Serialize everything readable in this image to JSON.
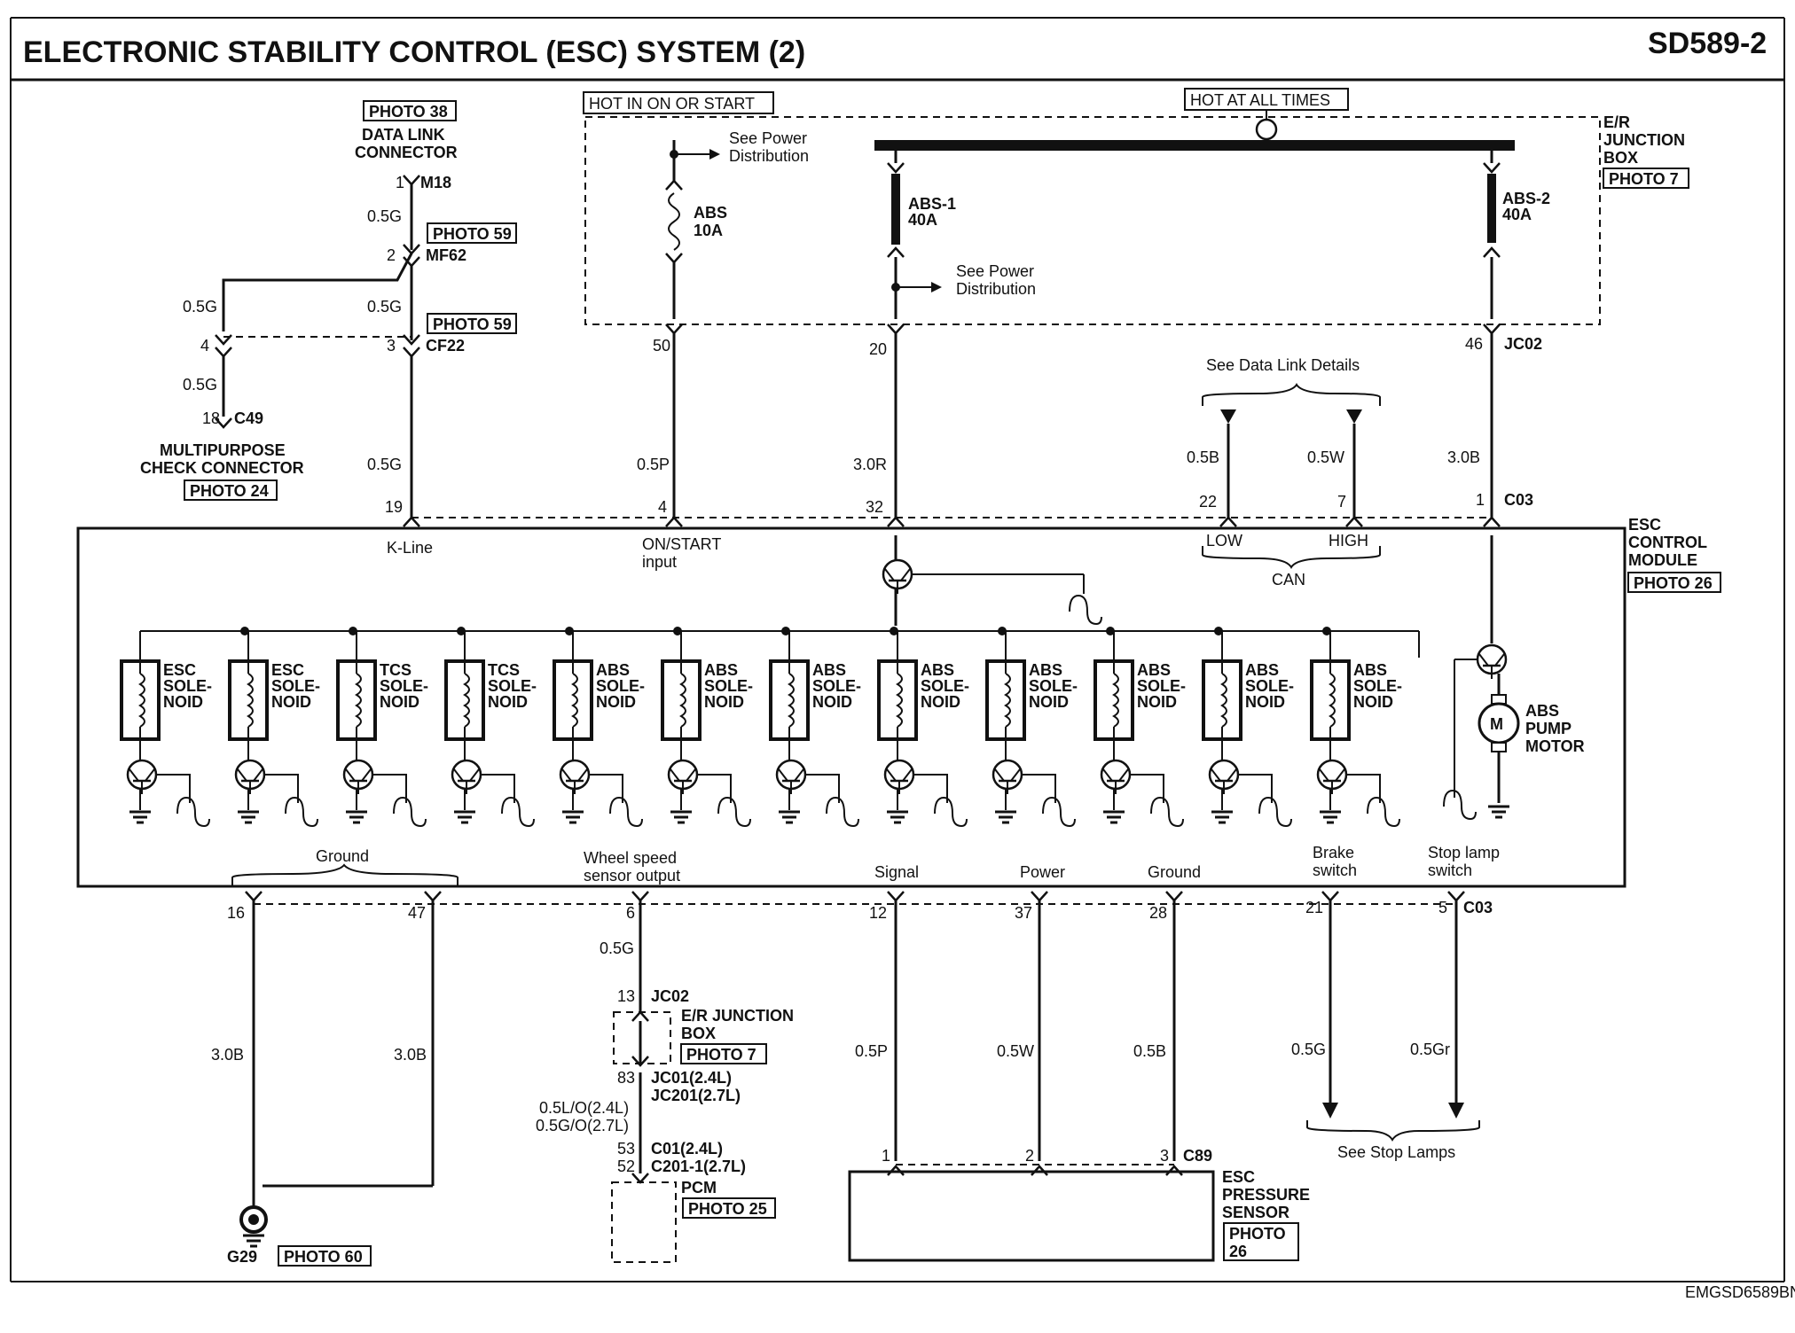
{
  "header": {
    "title": "ELECTRONIC STABILITY CONTROL (ESC) SYSTEM (2)",
    "code": "SD589-2"
  },
  "footer_code": "EMGSD6589BN",
  "power": {
    "hot_in_on_start": "HOT IN ON OR START",
    "hot_at_all_times": "HOT AT ALL TIMES",
    "see_power_1": "See Power",
    "see_power_1b": "Distribution",
    "see_power_2": "See Power",
    "see_power_2b": "Distribution",
    "er_box": [
      "E/R",
      "JUNCTION",
      "BOX"
    ],
    "er_box_photo": "PHOTO 7",
    "fuse_abs10": [
      "ABS",
      "10A"
    ],
    "fuse_abs1": [
      "ABS-1",
      "40A"
    ],
    "fuse_abs2": [
      "ABS-2",
      "40A"
    ]
  },
  "dlc": {
    "photo": "PHOTO 38",
    "name": [
      "DATA LINK",
      "CONNECTOR"
    ],
    "pin1": "1",
    "m18": "M18",
    "wire1": "0.5G",
    "photo59a": "PHOTO 59",
    "pin2": "2",
    "mf62": "MF62",
    "wire2": "0.5G",
    "photo59b": "PHOTO 59",
    "pin3": "3",
    "cf22": "CF22",
    "wire3": "0.5G",
    "pin19": "19"
  },
  "mcc": {
    "wire_a": "0.5G",
    "pin4": "4",
    "wire_b": "0.5G",
    "pin18": "18",
    "c49": "C49",
    "name": [
      "MULTIPURPOSE",
      "CHECK CONNECTOR"
    ],
    "photo": "PHOTO 24"
  },
  "top_pins": {
    "p50": "50",
    "w50": "0.5P",
    "p4": "4",
    "p20": "20",
    "w20": "3.0R",
    "p32": "32",
    "p46": "46",
    "jc02": "JC02",
    "w46": "3.0B",
    "p1": "1",
    "c03": "C03",
    "see_data_link": "See Data Link Details",
    "w22": "0.5B",
    "p22": "22",
    "w7": "0.5W",
    "p7": "7"
  },
  "module": {
    "name": [
      "ESC",
      "CONTROL",
      "MODULE"
    ],
    "photo": "PHOTO 26",
    "kline": "K-Line",
    "on_start": [
      "ON/START",
      "input"
    ],
    "low": "LOW",
    "high": "HIGH",
    "can": "CAN",
    "solenoids": [
      [
        "ESC",
        "SOLE-",
        "NOID"
      ],
      [
        "ESC",
        "SOLE-",
        "NOID"
      ],
      [
        "TCS",
        "SOLE-",
        "NOID"
      ],
      [
        "TCS",
        "SOLE-",
        "NOID"
      ],
      [
        "ABS",
        "SOLE-",
        "NOID"
      ],
      [
        "ABS",
        "SOLE-",
        "NOID"
      ],
      [
        "ABS",
        "SOLE-",
        "NOID"
      ],
      [
        "ABS",
        "SOLE-",
        "NOID"
      ],
      [
        "ABS",
        "SOLE-",
        "NOID"
      ],
      [
        "ABS",
        "SOLE-",
        "NOID"
      ],
      [
        "ABS",
        "SOLE-",
        "NOID"
      ],
      [
        "ABS",
        "SOLE-",
        "NOID"
      ]
    ],
    "motor": "M",
    "pump": [
      "ABS",
      "PUMP",
      "MOTOR"
    ],
    "ground": "Ground",
    "wheel_speed": [
      "Wheel speed",
      "sensor output"
    ],
    "signal": "Signal",
    "power": "Power",
    "ground2": "Ground",
    "brake": [
      "Brake",
      "switch"
    ],
    "stop": [
      "Stop lamp",
      "switch"
    ]
  },
  "bottom": {
    "p16": "16",
    "p47": "47",
    "w16": "3.0B",
    "w47": "3.0B",
    "g29": "G29",
    "g29_photo": "PHOTO 60",
    "p6": "6",
    "w6": "0.5G",
    "p13": "13",
    "jc02": "JC02",
    "er_box": [
      "E/R JUNCTION",
      "BOX"
    ],
    "er_photo": "PHOTO 7",
    "p83": "83",
    "jc01": "JC01(2.4L)",
    "jc201": "JC201(2.7L)",
    "w83a": "0.5L/O(2.4L)",
    "w83b": "0.5G/O(2.7L)",
    "p53": "53",
    "c01": "C01(2.4L)",
    "p52": "52",
    "c201": "C201-1(2.7L)",
    "pcm": "PCM",
    "pcm_photo": "PHOTO 25",
    "p12": "12",
    "p37": "37",
    "p28": "28",
    "p21": "21",
    "p5": "5",
    "c03": "C03",
    "w12": "0.5P",
    "w37": "0.5W",
    "w28": "0.5B",
    "w21": "0.5G",
    "w5": "0.5Gr",
    "s1": "1",
    "s2": "2",
    "s3": "3",
    "c89": "C89",
    "see_stop": "See Stop Lamps",
    "esc_sensor": [
      "ESC",
      "PRESSURE",
      "SENSOR"
    ],
    "sensor_photo": [
      "PHOTO",
      "26"
    ]
  }
}
